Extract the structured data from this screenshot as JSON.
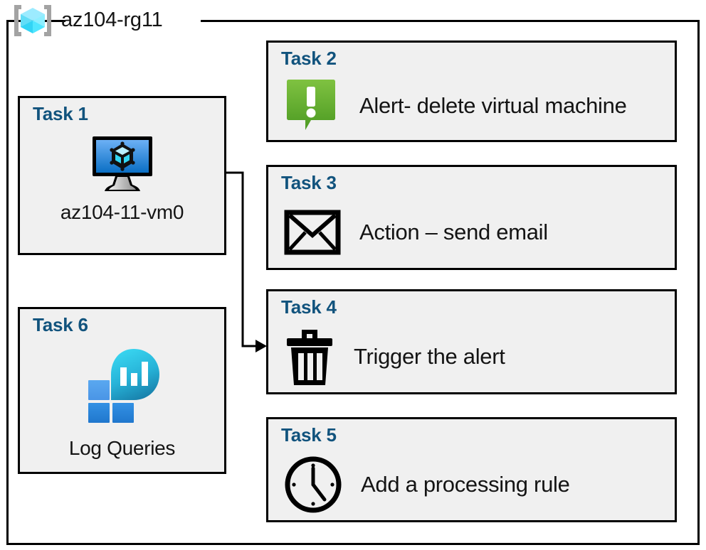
{
  "diagram": {
    "type": "azure-resource-group-task-diagram",
    "resource_group": {
      "name": "az104-rg11",
      "icon": "resource-group-icon"
    },
    "colors": {
      "task_heading": "#11537d",
      "card_background": "#f0f0f0",
      "card_border": "#000000",
      "frame_border": "#000000",
      "alert_green_light": "#7ac143",
      "alert_green_dark": "#4e9a24",
      "rg_icon_cyan": "#50e6ff",
      "rg_icon_bracket_gray": "#a3a3a3",
      "vm_icon_blue_light": "#5ea0ef",
      "vm_icon_blue_dark": "#0078d4",
      "log_blue_light": "#50a0e8",
      "log_blue_dark": "#2a8ae0",
      "log_blob_cyan": "#32d4f5",
      "log_blob_teal": "#198ab3",
      "icon_black": "#000000",
      "text_dark": "#141414"
    },
    "cards": [
      {
        "id": "task1",
        "title": "Task 1",
        "caption": "az104-11-vm0",
        "icon": "virtual-machine-icon",
        "layout": "vertical"
      },
      {
        "id": "task2",
        "title": "Task 2",
        "label": "Alert- delete virtual machine",
        "icon": "alert-exclamation-icon",
        "layout": "horizontal"
      },
      {
        "id": "task3",
        "title": "Task 3",
        "label": "Action – send email",
        "icon": "envelope-icon",
        "layout": "horizontal"
      },
      {
        "id": "task4",
        "title": "Task 4",
        "label": "Trigger the alert",
        "icon": "trash-can-icon",
        "layout": "horizontal"
      },
      {
        "id": "task5",
        "title": "Task 5",
        "label": "Add a processing rule",
        "icon": "clock-icon",
        "layout": "horizontal"
      },
      {
        "id": "task6",
        "title": "Task 6",
        "caption": "Log Queries",
        "icon": "log-analytics-icon",
        "layout": "vertical"
      }
    ],
    "connectors": [
      {
        "id": "vm-to-task4",
        "from": "task1",
        "to": "task4",
        "arrow": "arrowhead-icon"
      }
    ]
  }
}
